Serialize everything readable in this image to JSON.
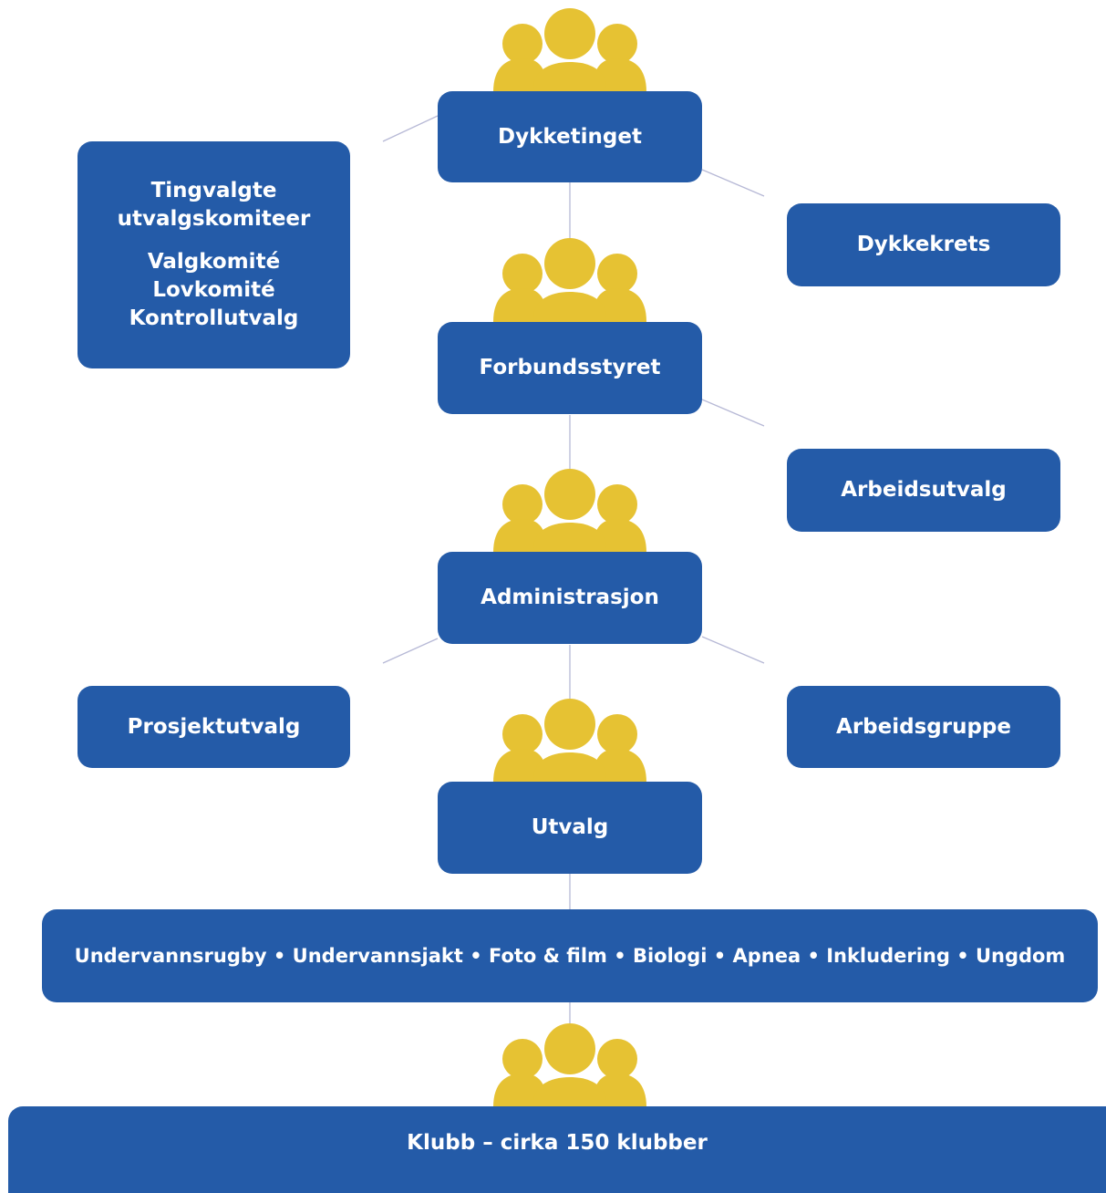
{
  "colors": {
    "box": "#245ba8",
    "people": "#e6c233",
    "connector": "#b7b9d6",
    "text": "#ffffff"
  },
  "icon": "people-group-icon",
  "center": {
    "dykketinget": "Dykketinget",
    "forbundsstyret": "Forbundsstyret",
    "administrasjon": "Administrasjon",
    "utvalg": "Utvalg"
  },
  "left": {
    "tingvalgte": {
      "title_line1": "Tingvalgte",
      "title_line2": "utvalgskomiteer",
      "items": [
        "Valgkomité",
        "Lovkomité",
        "Kontrollutvalg"
      ]
    },
    "prosjektutvalg": "Prosjektutvalg"
  },
  "right": {
    "dykkekrets": "Dykkekrets",
    "arbeidsutvalg": "Arbeidsutvalg",
    "arbeidsgruppe": "Arbeidsgruppe"
  },
  "committees_bar": "Undervannsrugby • Undervannsjakt • Foto & film • Biologi • Apnea • Inkludering • Ungdom",
  "klubb_bar": "Klubb – cirka 150 klubber"
}
